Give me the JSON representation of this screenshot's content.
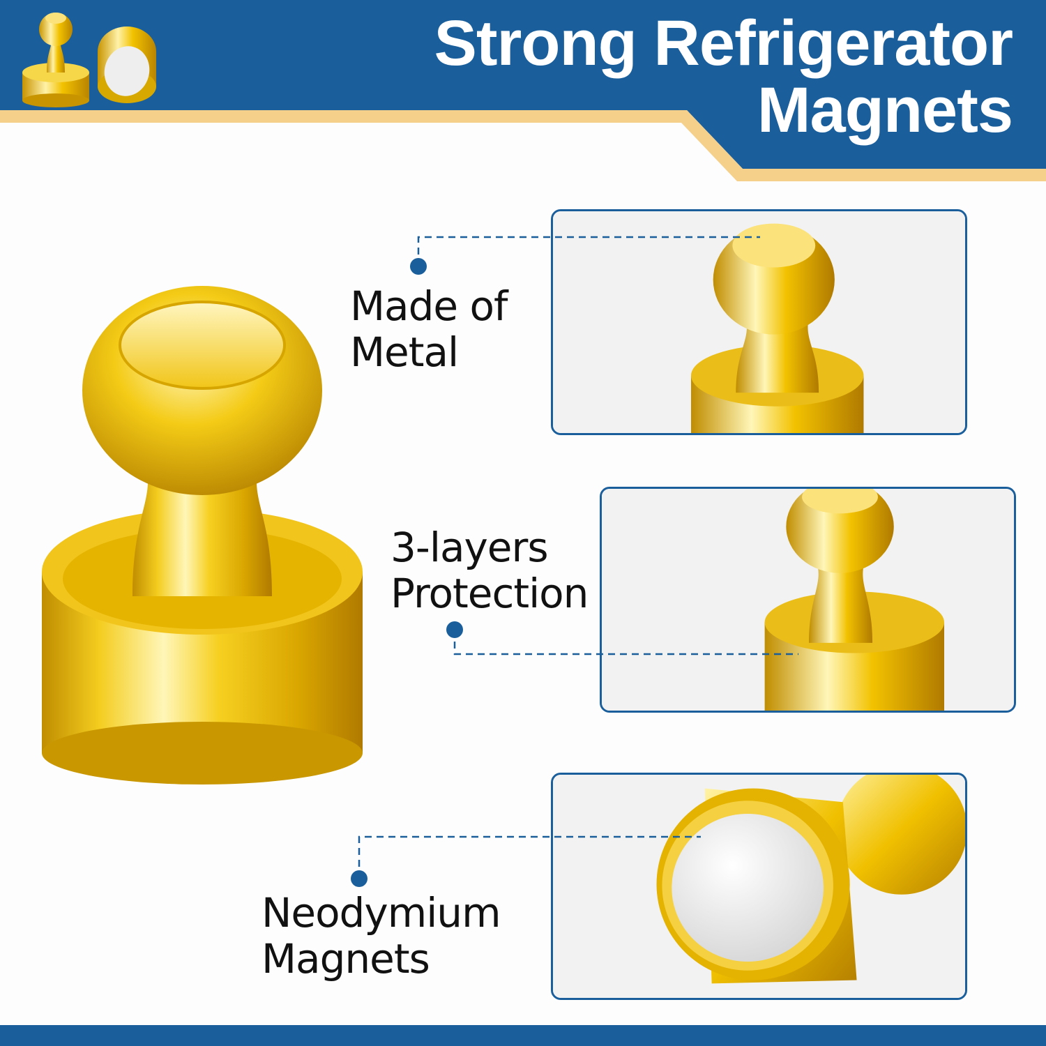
{
  "header": {
    "title_line1": "Strong Refrigerator",
    "title_line2": "Magnets"
  },
  "features": [
    {
      "line1": "Made of",
      "line2": "Metal"
    },
    {
      "line1": "3-layers",
      "line2": "Protection"
    },
    {
      "line1": "Neodymium",
      "line2": "Magnets"
    }
  ],
  "colors": {
    "brand_blue": "#1a5f9c",
    "accent_gold": "#f5d08a",
    "text": "#111111",
    "background": "#fdfdfd"
  },
  "icons": {
    "logo": "push-pin-magnets-icon",
    "bullet": "blue-dot-icon"
  }
}
